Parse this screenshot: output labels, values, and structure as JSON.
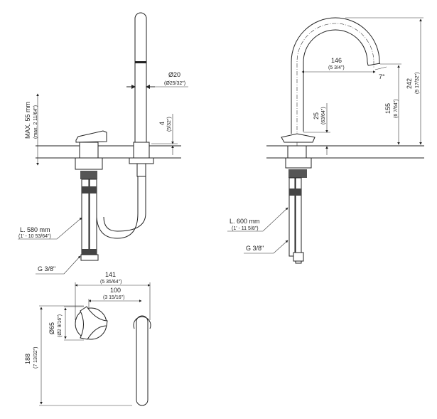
{
  "front_view": {
    "diameter": "Ø20",
    "diameter_in": "(Ø25/32\")",
    "max_thickness": "MAX. 55 mm",
    "max_thickness_in": "(max. 2 11/64\")",
    "offset": "4",
    "offset_in": "(5/32\")",
    "hose_length": "L. 580 mm",
    "hose_length_in": "(1' - 10 53/64\")",
    "thread": "G 3/8\""
  },
  "side_view": {
    "reach": "146",
    "reach_in": "(5 3/4\")",
    "angle": "7°",
    "clearance": "155",
    "clearance_in": "(6 7/64\")",
    "height": "242",
    "height_in": "(9 17/32\")",
    "handle_height": "25",
    "handle_height_in": "(63/64\")",
    "hose_length": "L. 600 mm",
    "hose_length_in": "(1' - 11 5/8\")",
    "thread": "G 3/8\""
  },
  "plan_view": {
    "overall_width": "141",
    "overall_width_in": "(5 35/64\")",
    "centers": "100",
    "centers_in": "(3 15/16\")",
    "handle_diameter": "Ø65",
    "handle_diameter_in": "(Ø2 9/16\")",
    "length": "188",
    "length_in": "(7 13/32\")"
  }
}
